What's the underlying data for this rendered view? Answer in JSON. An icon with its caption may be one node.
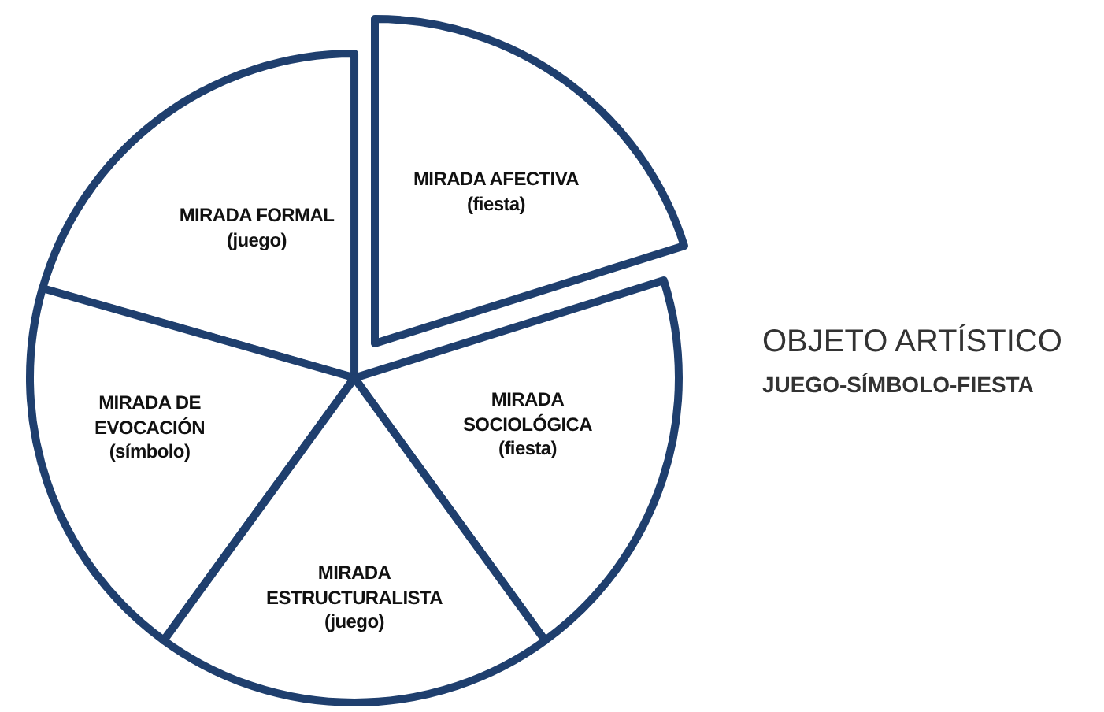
{
  "diagram": {
    "title": "OBJETO ARTÍSTICO",
    "nodes": [
      {
        "text": [
          "MIRADA FORMAL",
          "(juego)"
        ]
      },
      {
        "text": [
          "MIRADA AFECTIVA",
          "(fiesta)"
        ]
      },
      {
        "text": [
          "MIRADA DE EVOCACIÓN",
          "(símbolo)"
        ]
      },
      {
        "text": [
          "MIRADA SOCIOLÓGICA",
          "(fiesta)"
        ]
      },
      {
        "text": [
          "MIRADA ESTRUCTURALISTA",
          "(juego)"
        ]
      }
    ],
    "labels": [
      "JUEGO-SÍMBOLO-FIESTA"
    ]
  }
}
